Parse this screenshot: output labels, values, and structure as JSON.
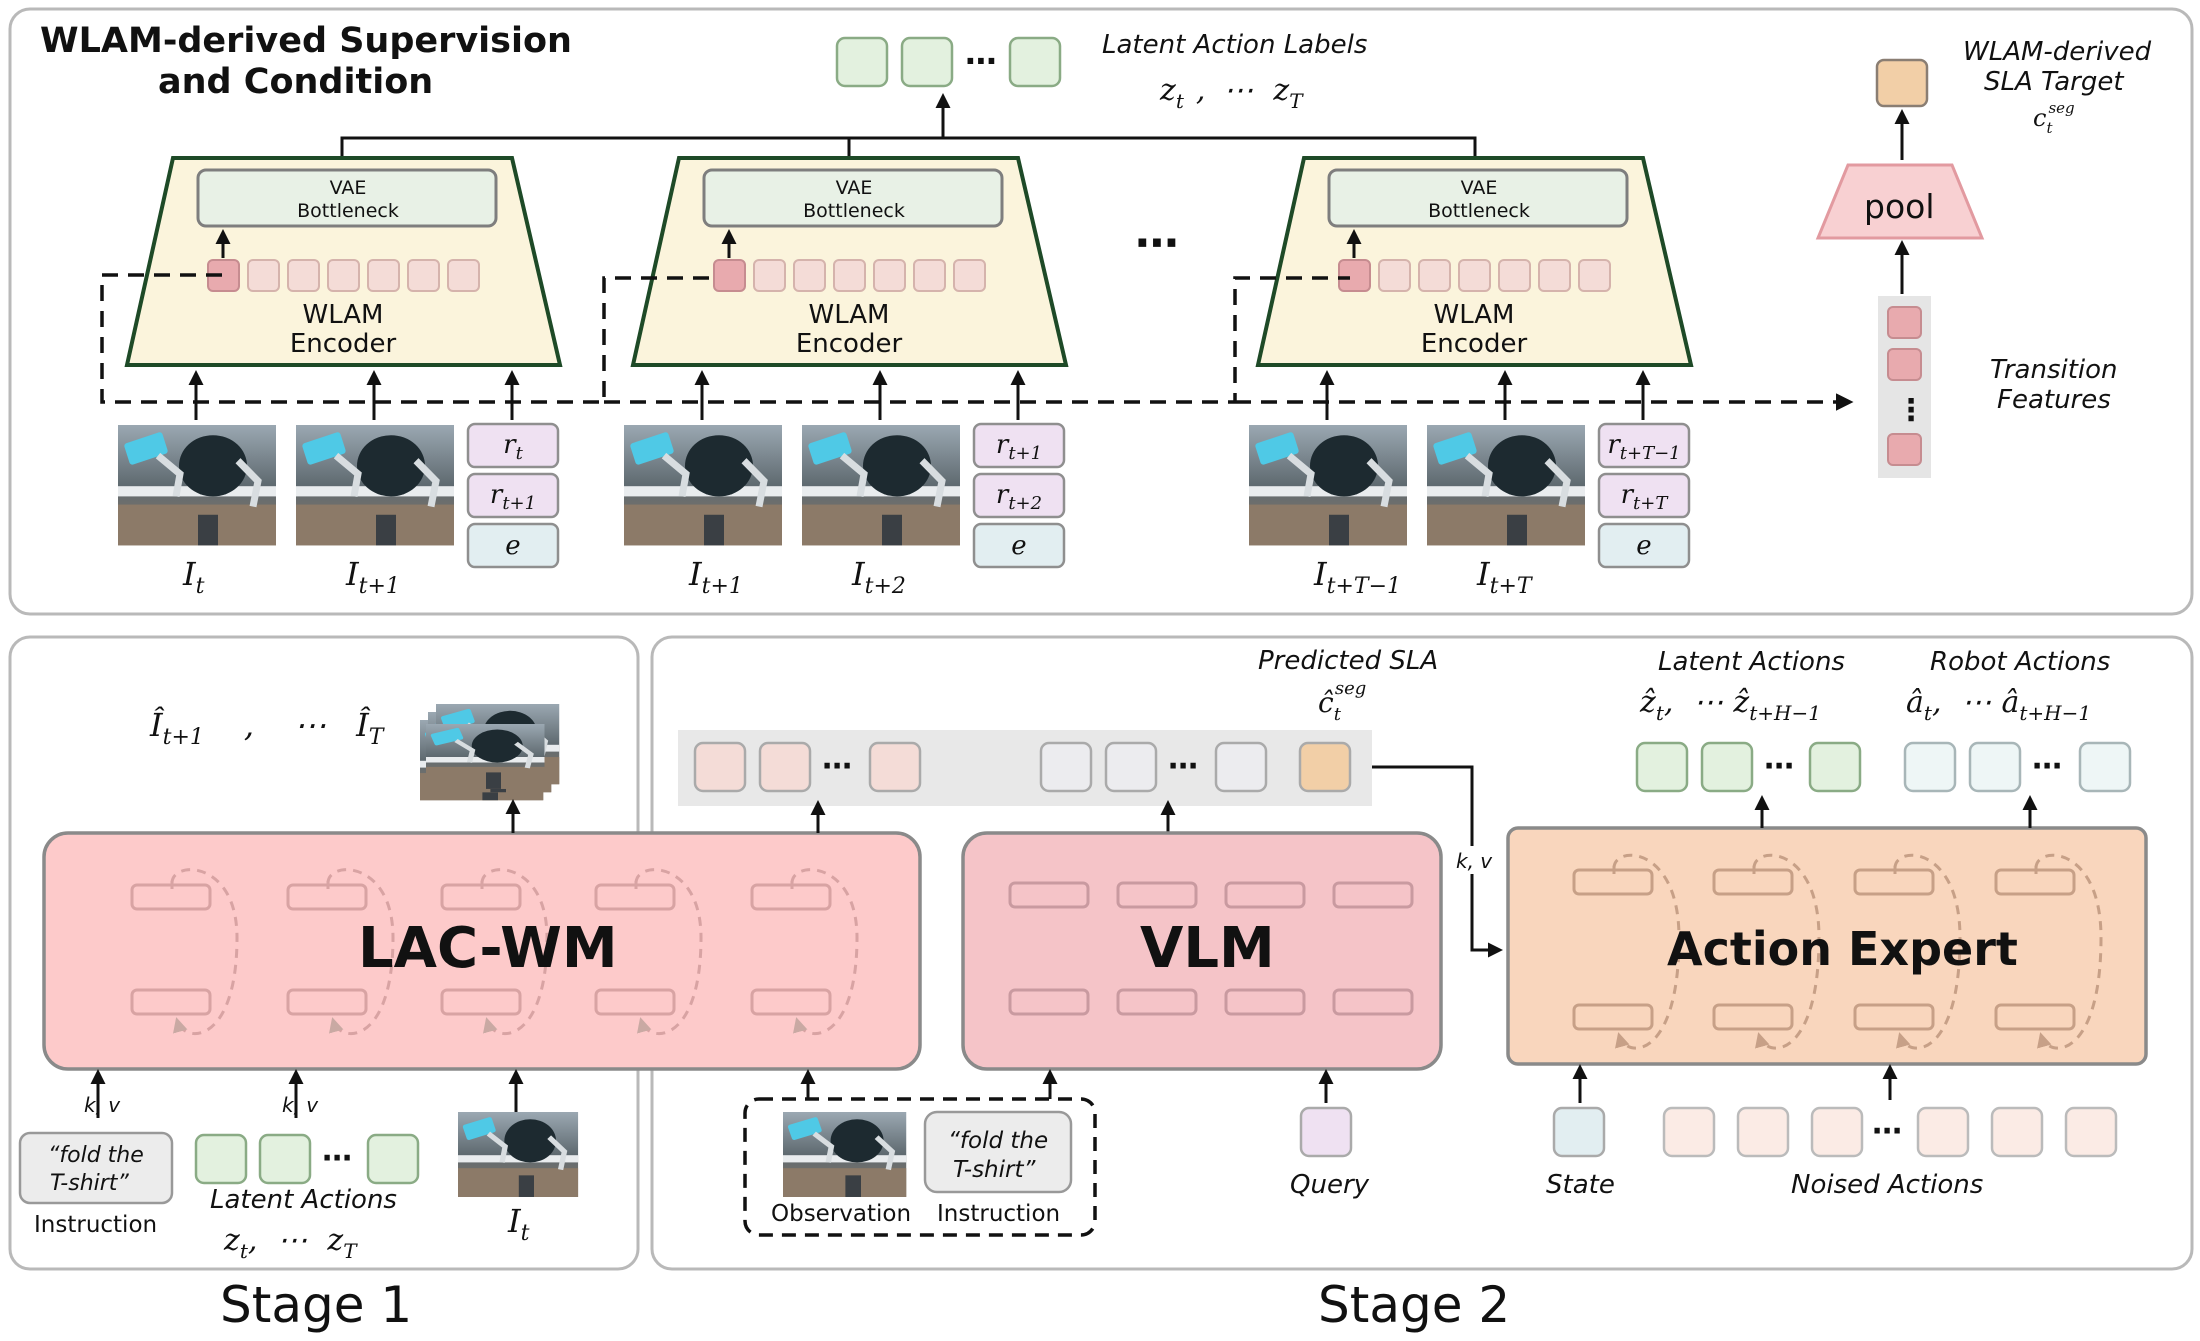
{
  "colors": {
    "panel_border": "#b9b9b9",
    "encoder_fill": "#fbf4dc",
    "encoder_stroke": "#1e4a27",
    "vae_fill": "#e8f1e6",
    "token_pink": "#f4dcd7",
    "token_pink_strong": "#e8aaae",
    "green_token": "#e3f1df",
    "green_token_stroke": "#8aab85",
    "lav_token": "#efe1f2",
    "blue_token": "#e2eef1",
    "slot_gray": "#e8e8e8",
    "lacwm_fill": "#fdcaca",
    "vlm_fill": "#f5c4c8",
    "action_expert_fill": "#f9d6bd",
    "orange_token": "#f2cfa7",
    "pool_fill": "#f8d0d2",
    "pool_stroke": "#e29aa0",
    "robot_image_bg": "#6f7d86"
  },
  "top": {
    "title_line1": "WLAM-derived Supervision",
    "title_line2": "and Condition",
    "latent_action_labels": "Latent Action Labels",
    "z_labels": {
      "start": "z",
      "start_sub": "t",
      "dots": "⋯",
      "end": "z",
      "end_sub": "T"
    },
    "ellipsis": "⋯",
    "encoders": [
      {
        "vae_line1": "VAE",
        "vae_line2": "Bottleneck",
        "enc_line1": "WLAM",
        "enc_line2": "Encoder",
        "img1": "I",
        "img1_sub": "t",
        "img2": "I",
        "img2_sub": "t+1",
        "r1": "r",
        "r1_sub": "t",
        "r2": "r",
        "r2_sub": "t+1",
        "e": "e"
      },
      {
        "vae_line1": "VAE",
        "vae_line2": "Bottleneck",
        "enc_line1": "WLAM",
        "enc_line2": "Encoder",
        "img1": "I",
        "img1_sub": "t+1",
        "img2": "I",
        "img2_sub": "t+2",
        "r1": "r",
        "r1_sub": "t+1",
        "r2": "r",
        "r2_sub": "t+2",
        "e": "e"
      },
      {
        "vae_line1": "VAE",
        "vae_line2": "Bottleneck",
        "enc_line1": "WLAM",
        "enc_line2": "Encoder",
        "img1": "I",
        "img1_sub": "t+T−1",
        "img2": "I",
        "img2_sub": "t+T",
        "r1": "r",
        "r1_sub": "t+T−1",
        "r2": "r",
        "r2_sub": "t+T",
        "e": "e"
      }
    ],
    "pool_label": "pool",
    "sla_target_line1": "WLAM-derived",
    "sla_target_line2": "SLA Target",
    "sla_target_symbol": "c",
    "sla_target_sub": "t",
    "sla_target_sup": "seg",
    "transition_line1": "Transition",
    "transition_line2": "Features",
    "vertical_dots": "⋮"
  },
  "stage1": {
    "stage_label": "Stage 1",
    "pred_frames": {
      "start": "Î",
      "start_sub": "t+1",
      "comma": ",",
      "dots": "⋯",
      "end": "Î",
      "end_sub": "T"
    },
    "lacwm_label": "LAC-WM",
    "kv": "k, v",
    "instruction_quote_line1": "“fold the",
    "instruction_quote_line2": "T-shirt”",
    "instruction_label": "Instruction",
    "latent_actions_label": "Latent Actions",
    "z_labels": {
      "start": "z",
      "start_sub": "t",
      "comma": ",",
      "dots": "⋯",
      "end": "z",
      "end_sub": "T"
    },
    "dots": "⋯",
    "image_label": "I",
    "image_sub": "t"
  },
  "stage2": {
    "stage_label": "Stage 2",
    "predicted_sla": "Predicted SLA",
    "predicted_symbol": "ĉ",
    "predicted_sub": "t",
    "predicted_sup": "seg",
    "vlm_label": "VLM",
    "action_expert_label": "Action Expert",
    "kv": "k, v",
    "latent_actions_title": "Latent Actions",
    "latent_z": {
      "start": "ẑ",
      "start_sub": "t",
      "comma": ",",
      "dots": "⋯",
      "end": "ẑ",
      "end_sub": "t+H−1"
    },
    "robot_actions_title": "Robot Actions",
    "robot_a": {
      "start": "â",
      "start_sub": "t",
      "comma": ",",
      "dots": "⋯",
      "end": "â",
      "end_sub": "t+H−1"
    },
    "observation_label": "Observation",
    "instruction_quote_line1": "“fold the",
    "instruction_quote_line2": "T-shirt”",
    "instruction_label": "Instruction",
    "query_label": "Query",
    "state_label": "State",
    "noised_actions_label": "Noised Actions",
    "dots": "⋯"
  }
}
